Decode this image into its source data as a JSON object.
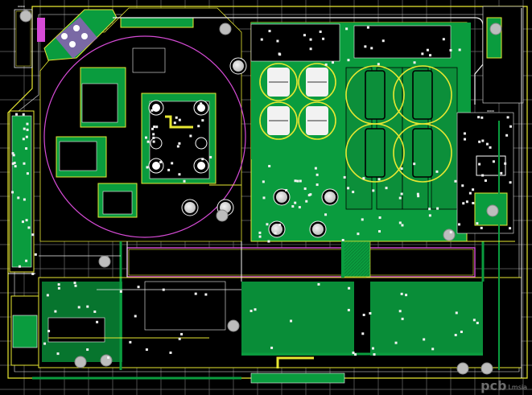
{
  "view": {
    "type": "pcb-layout",
    "background": "#000000",
    "colors": {
      "copper_fill": "#0a9c3e",
      "copper_dark": "#06722c",
      "trace_yellow": "#e8e832",
      "silk_white": "#f2f2f2",
      "outline_magenta": "#d64bd6",
      "grid_gray": "#7a7a7a",
      "via_gray": "#bdbdbd",
      "overlay_blue": "#3aa0ff"
    }
  },
  "watermark": {
    "logo_text": "pcb",
    "sub_text": "Lmsia"
  }
}
